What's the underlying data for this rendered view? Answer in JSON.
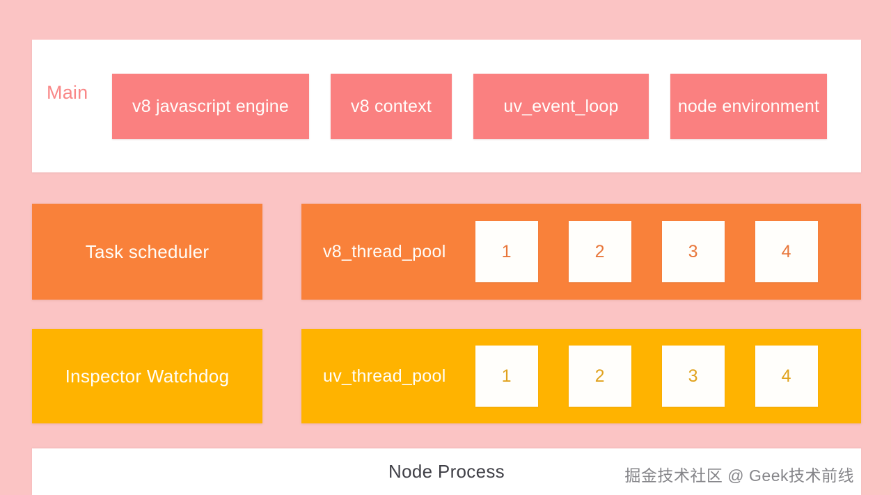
{
  "background_color": "#fbc4c4",
  "main": {
    "label": "Main",
    "label_color": "#f98787",
    "panel_color": "#ffffff",
    "box_color": "#fa8080",
    "boxes": [
      {
        "label": "v8 javascript engine"
      },
      {
        "label": "v8 context"
      },
      {
        "label": "uv_event_loop"
      },
      {
        "label": "node environment"
      }
    ]
  },
  "rows": [
    {
      "name": "v8-thread-row",
      "color": "#f9813a",
      "number_color": "#e8763a",
      "left_label": "Task scheduler",
      "right_label": "v8_thread_pool",
      "threads": [
        "1",
        "2",
        "3",
        "4"
      ]
    },
    {
      "name": "uv-thread-row",
      "color": "#ffb300",
      "number_color": "#e0a21d",
      "left_label": "Inspector Watchdog",
      "right_label": "uv_thread_pool",
      "threads": [
        "1",
        "2",
        "3",
        "4"
      ]
    }
  ],
  "footer": {
    "title": "Node Process",
    "watermark": "掘金技术社区 @ Geek技术前线"
  }
}
